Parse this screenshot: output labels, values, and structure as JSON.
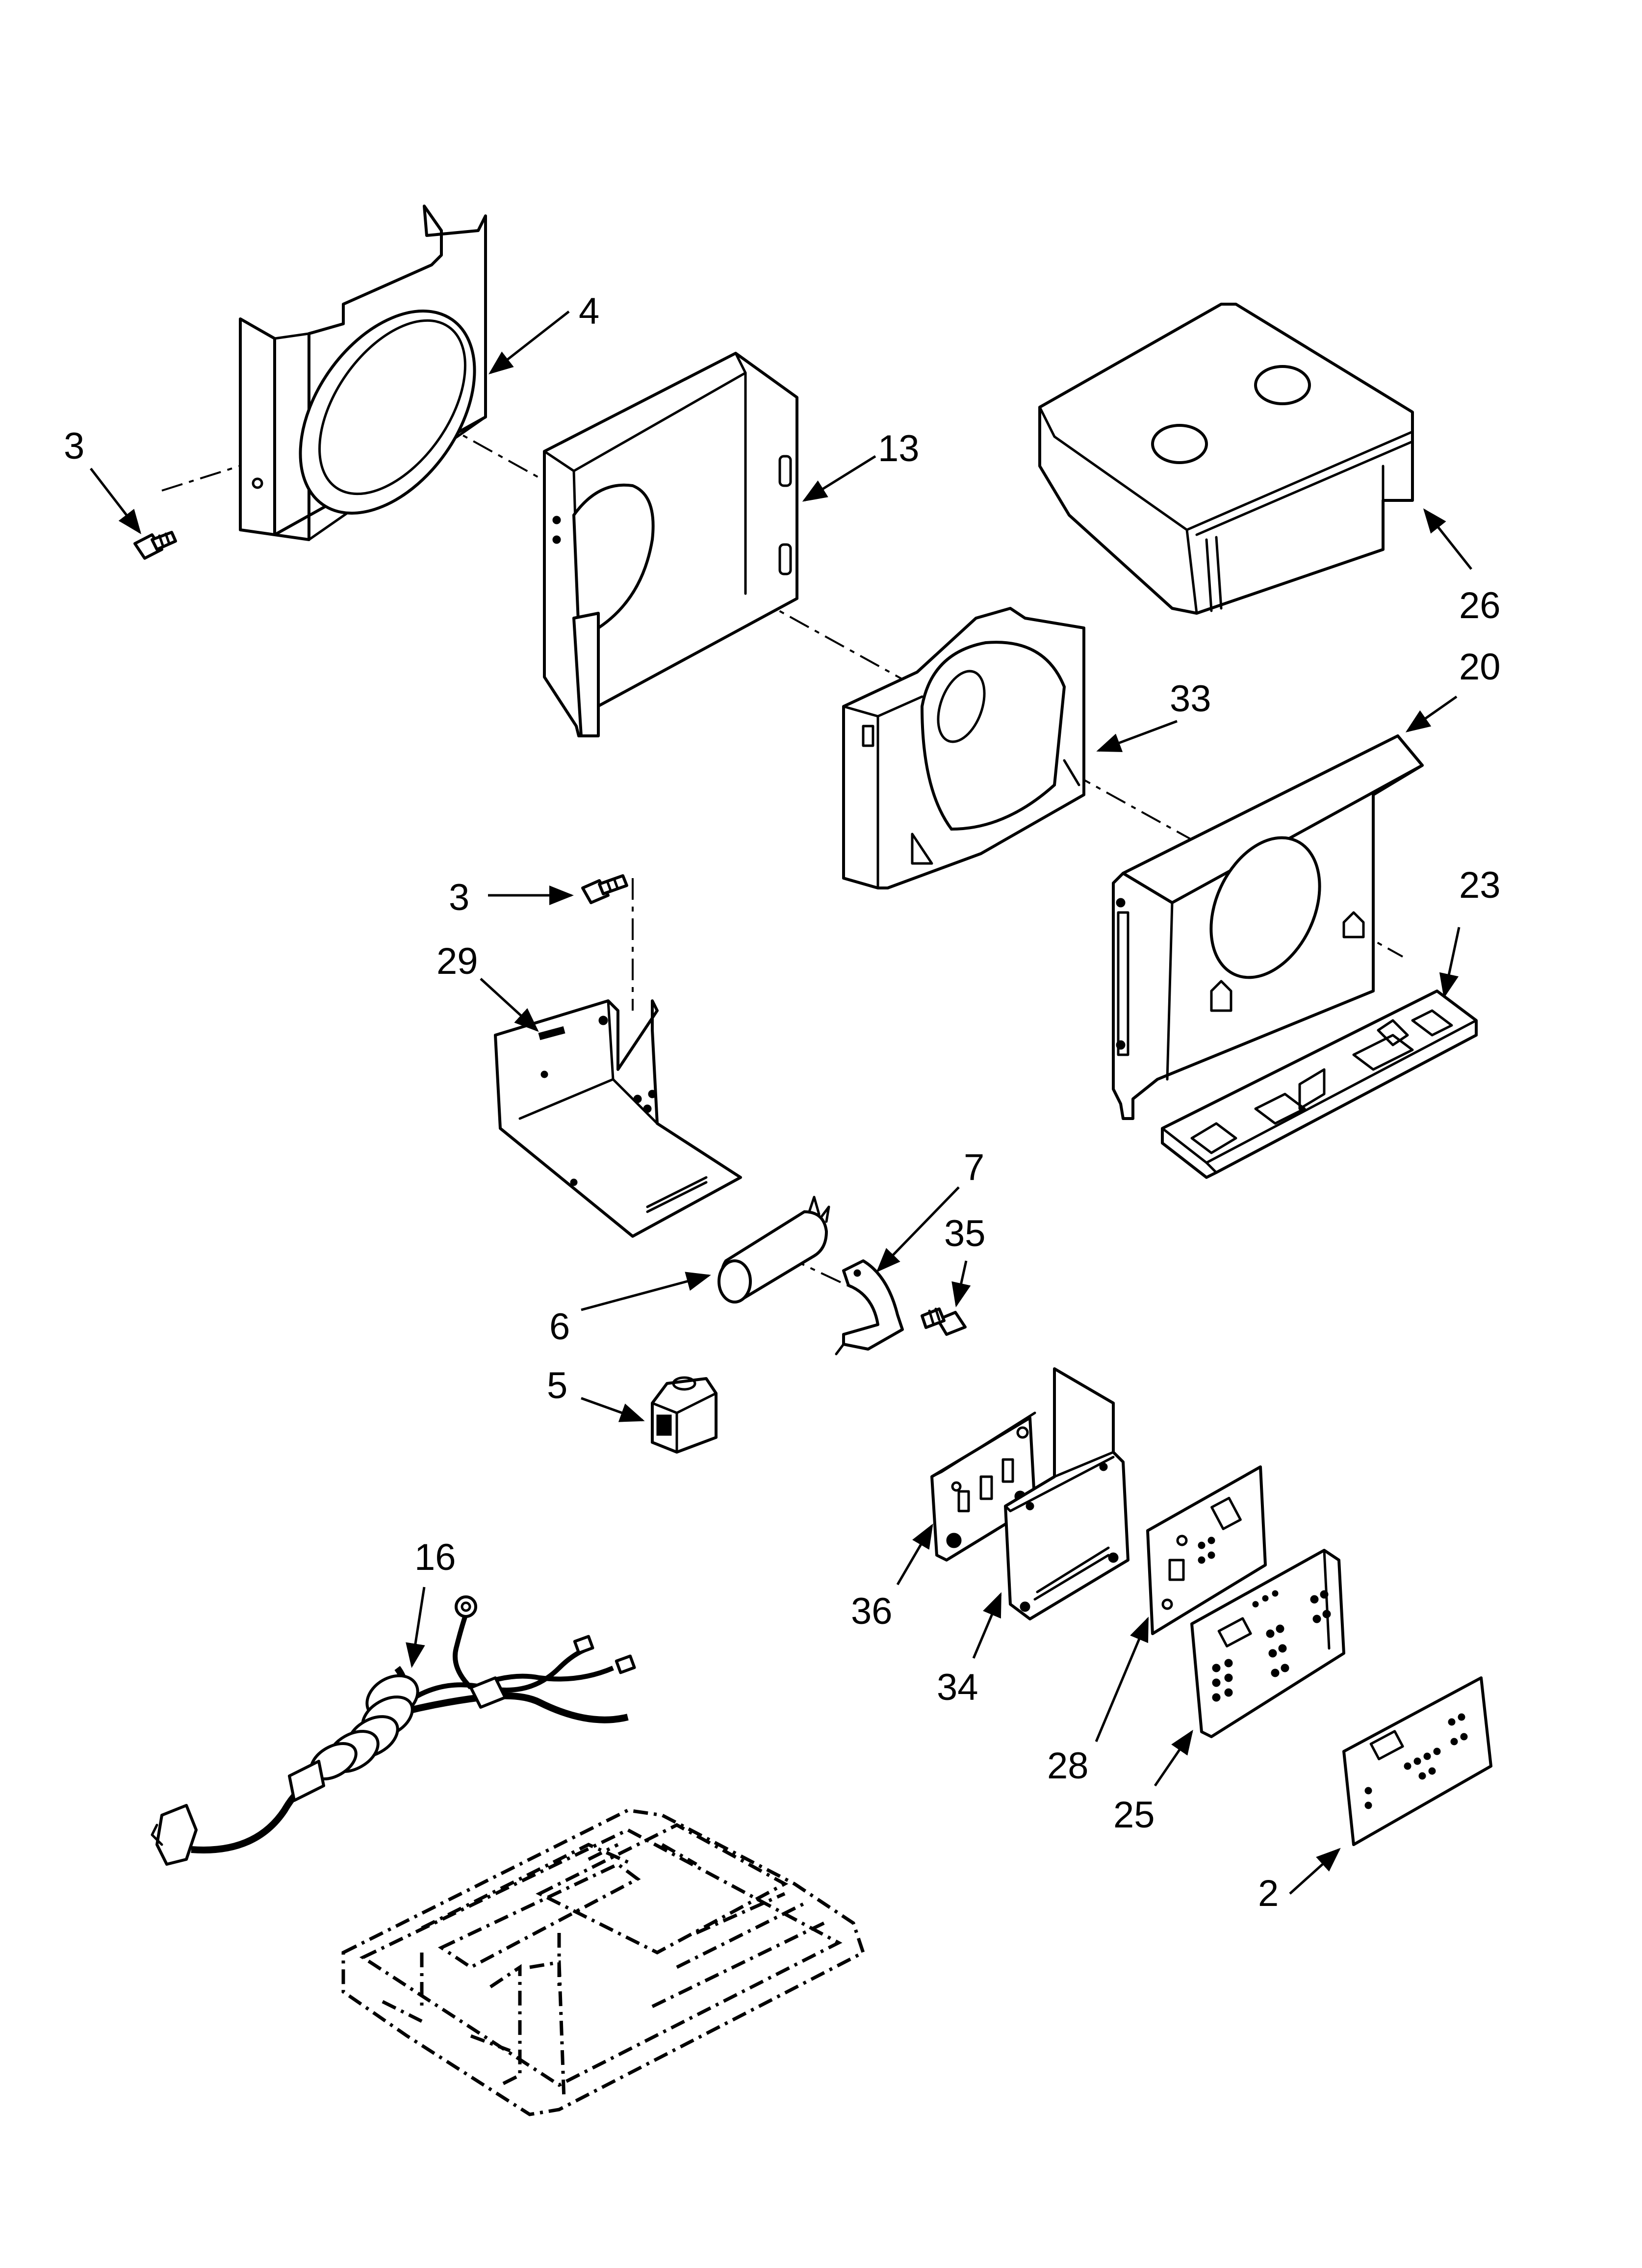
{
  "callouts": {
    "c3_top": "3",
    "c4": "4",
    "c13": "13",
    "c26": "26",
    "c20": "20",
    "c33": "33",
    "c3_mid": "3",
    "c23": "23",
    "c29": "29",
    "c7": "7",
    "c35": "35",
    "c6": "6",
    "c5": "5",
    "c16": "16",
    "c36": "36",
    "c34": "34",
    "c28": "28",
    "c25": "25",
    "c2": "2"
  },
  "colors": {
    "line": "#000000",
    "background": "#ffffff"
  }
}
